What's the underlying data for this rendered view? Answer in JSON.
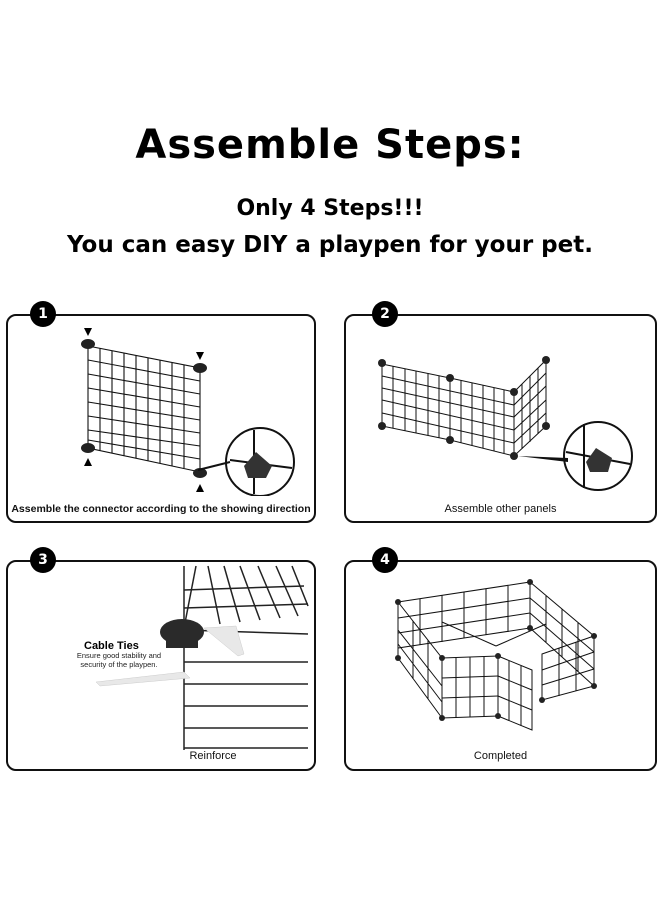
{
  "header": {
    "title": "Assemble Steps:",
    "subtitle_line1": "Only 4 Steps!!!",
    "subtitle_line2": "You can easy DIY a playpen for your pet."
  },
  "steps": [
    {
      "number": "1",
      "caption": "Assemble the connector according to the showing direction"
    },
    {
      "number": "2",
      "caption": "Assemble other panels"
    },
    {
      "number": "3",
      "caption": "Reinforce",
      "callout_title": "Cable Ties",
      "callout_text": "Ensure good stability and security of the playpen."
    },
    {
      "number": "4",
      "caption": "Completed"
    }
  ],
  "colors": {
    "ink": "#000000",
    "background": "#ffffff",
    "cable_tie": "#e8e8e8"
  }
}
